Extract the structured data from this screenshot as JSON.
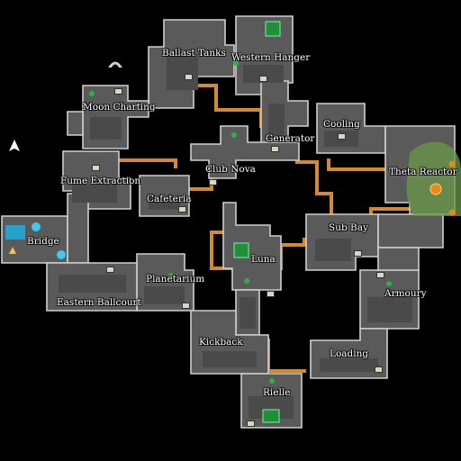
{
  "map": {
    "compass": "north-arrow-icon",
    "colors": {
      "room_fill": "#5a5a5a",
      "room_border": "#cfcfcf",
      "corridor": "#d4892e",
      "background": "#000000",
      "objective": "#1f8f3a",
      "player": "#1fa8d8",
      "enemy_zone": "#6a9a4a"
    },
    "rooms": [
      "Ballast Tanks",
      "Western Hanger",
      "Moon Charting",
      "Generator",
      "Cooling",
      "Club Nova",
      "Fume Extraction",
      "Theta Reactor",
      "Cafeteria",
      "Sub Bay",
      "Bridge",
      "Luna",
      "Planetarium",
      "Armoury",
      "Eastern Ballcourt",
      "Kickback",
      "Loading",
      "Rielle"
    ]
  }
}
